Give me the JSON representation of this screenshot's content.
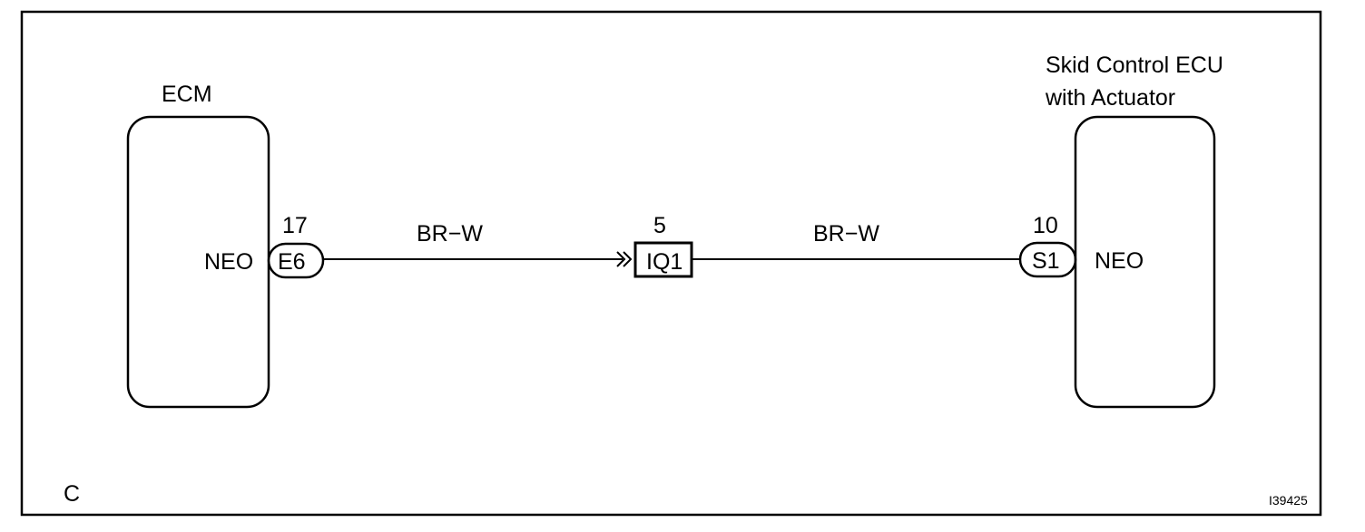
{
  "colors": {
    "line": "#000000",
    "background": "#ffffff"
  },
  "components": {
    "ecm": {
      "title": "ECM",
      "terminal_label": "NEO",
      "connector": {
        "code": "E6",
        "pin": "17"
      }
    },
    "junction": {
      "connector": {
        "code": "IQ1",
        "pin": "5"
      }
    },
    "skid_ecu": {
      "title_line1": "Skid Control ECU",
      "title_line2": "with Actuator",
      "terminal_label": "NEO",
      "connector": {
        "code": "S1",
        "pin": "10"
      }
    }
  },
  "wires": [
    {
      "color_code": "BR−W"
    },
    {
      "color_code": "BR−W"
    }
  ],
  "footer": {
    "corner_letter": "C",
    "figure_id": "I39425"
  }
}
